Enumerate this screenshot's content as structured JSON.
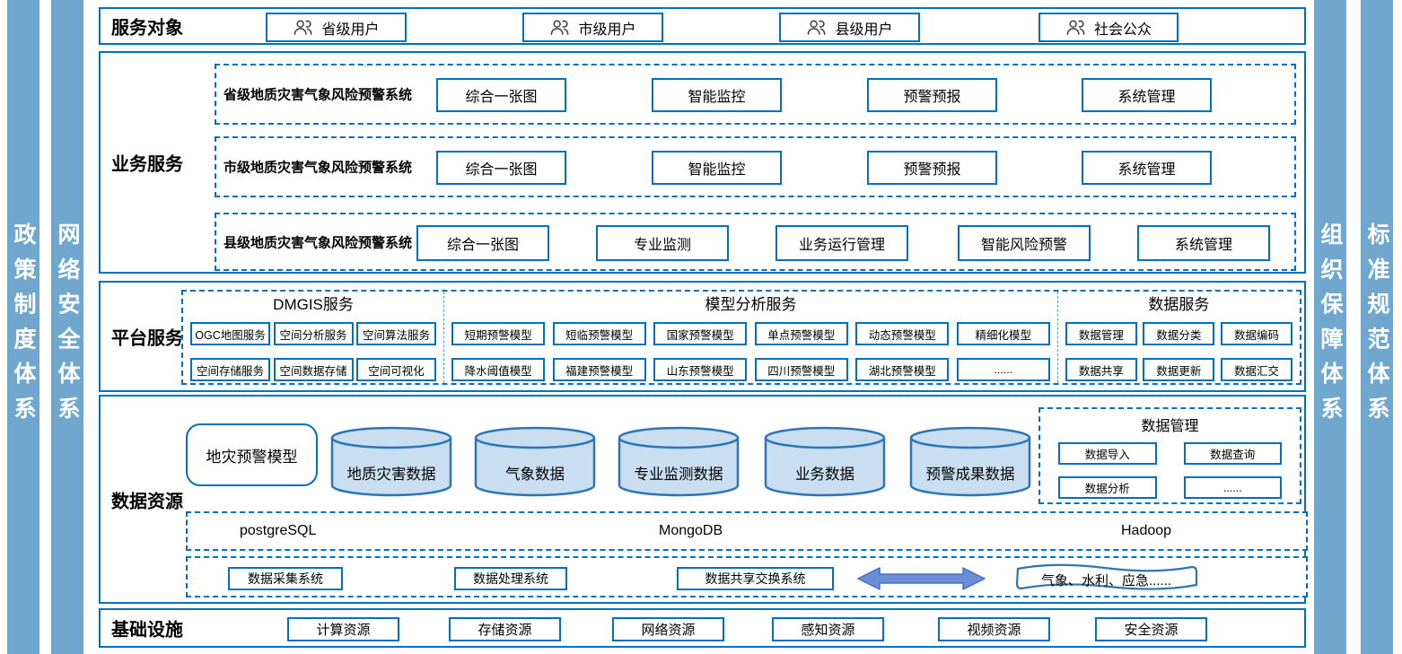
{
  "colors": {
    "pillar_blue": "#6FA7CE",
    "border_blue": "#0070C0",
    "cylinder_fill": "#C9DEF1",
    "cylinder_stroke": "#2E75B6",
    "arrow_blue": "#6C8CD5"
  },
  "pillars": {
    "left": [
      "政策制度体系",
      "网络安全体系"
    ],
    "right": [
      "组织保障体系",
      "标准规范体系"
    ]
  },
  "service_objects": {
    "label": "服务对象",
    "users": [
      "省级用户",
      "市级用户",
      "县级用户",
      "社会公众"
    ],
    "icon": "users-icon"
  },
  "business_services": {
    "label": "业务服务",
    "systems": [
      {
        "title": "省级地质灾害气象风险预警系统",
        "modules": [
          "综合一张图",
          "智能监控",
          "预警预报",
          "系统管理"
        ]
      },
      {
        "title": "市级地质灾害气象风险预警系统",
        "modules": [
          "综合一张图",
          "智能监控",
          "预警预报",
          "系统管理"
        ]
      },
      {
        "title": "县级地质灾害气象风险预警系统",
        "modules": [
          "综合一张图",
          "专业监测",
          "业务运行管理",
          "智能风险预警",
          "系统管理"
        ]
      }
    ]
  },
  "platform_services": {
    "label": "平台服务",
    "sections": [
      {
        "title": "DMGIS服务",
        "rows": [
          [
            "OGC地图服务",
            "空间分析服务",
            "空间算法服务"
          ],
          [
            "空间存储服务",
            "空间数据存储",
            "空间可视化"
          ]
        ]
      },
      {
        "title": "模型分析服务",
        "rows": [
          [
            "短期预警模型",
            "短临预警模型",
            "国家预警模型",
            "单点预警模型",
            "动态预警模型",
            "精细化模型"
          ],
          [
            "降水阈值模型",
            "福建预警模型",
            "山东预警模型",
            "四川预警模型",
            "湖北预警模型",
            "......"
          ]
        ]
      },
      {
        "title": "数据服务",
        "rows": [
          [
            "数据管理",
            "数据分类",
            "数据编码"
          ],
          [
            "数据共享",
            "数据更新",
            "数据汇交"
          ]
        ]
      }
    ]
  },
  "data_resources": {
    "label": "数据资源",
    "model_box": "地灾预警模型",
    "cylinders": [
      "地质灾害数据",
      "气象数据",
      "专业监测数据",
      "业务数据",
      "预警成果数据"
    ],
    "data_management": {
      "title": "数据管理",
      "items": [
        "数据导入",
        "数据查询",
        "数据分析",
        "......"
      ]
    },
    "databases": [
      "postgreSQL",
      "MongoDB",
      "Hadoop"
    ],
    "exchange_systems": [
      "数据采集系统",
      "数据处理系统",
      "数据共享交换系统"
    ],
    "external_partners": "气象、水利、应急......"
  },
  "infrastructure": {
    "label": "基础设施",
    "items": [
      "计算资源",
      "存储资源",
      "网络资源",
      "感知资源",
      "视频资源",
      "安全资源"
    ]
  }
}
